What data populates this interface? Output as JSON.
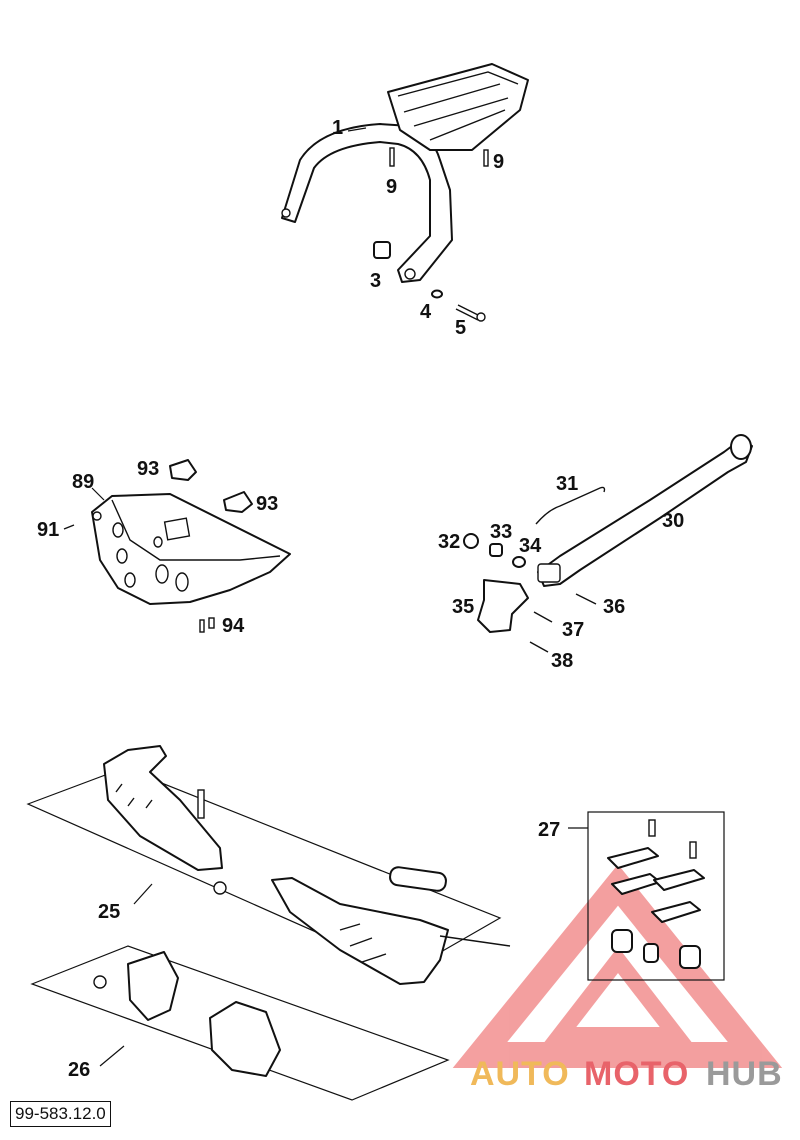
{
  "diagram": {
    "reference_code": "99-583.12.0",
    "watermark": {
      "brand_part1": "AUTO",
      "brand_part2": "MOTO",
      "brand_part3": "HUB",
      "colors": {
        "auto": "#f0b95a",
        "moto": "#e8636a",
        "hub": "#9a9a9a",
        "triangle": "#f08080"
      }
    },
    "callouts": {
      "c1": "1",
      "c9a": "9",
      "c9b": "9",
      "c3": "3",
      "c4": "4",
      "c5": "5",
      "c89": "89",
      "c93a": "93",
      "c93b": "93",
      "c91": "91",
      "c94": "94",
      "c31": "31",
      "c30": "30",
      "c32": "32",
      "c33": "33",
      "c34": "34",
      "c35": "35",
      "c36": "36",
      "c37": "37",
      "c38": "38",
      "c27": "27",
      "c25": "25",
      "c26": "26"
    }
  }
}
